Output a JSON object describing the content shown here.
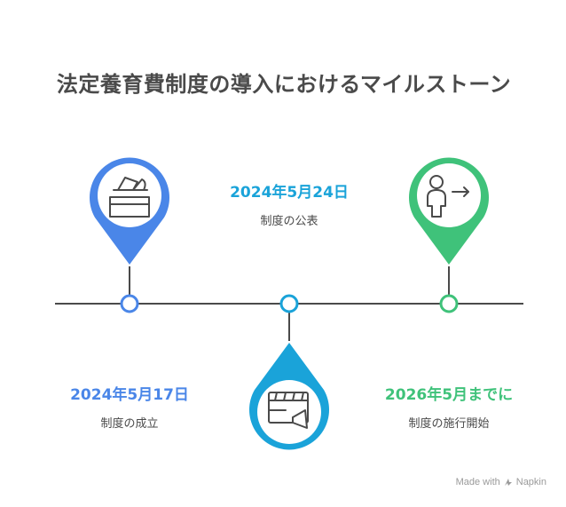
{
  "title": "法定養育費制度の導入におけるマイルストーン",
  "milestones": [
    {
      "date": "2024年5月17日",
      "label": "制度の成立",
      "color": "#4a86e8",
      "icon": "ballot-box-icon"
    },
    {
      "date": "2024年5月24日",
      "label": "制度の公表",
      "color": "#1aa3d9",
      "icon": "video-announcement-icon"
    },
    {
      "date": "2026年5月までに",
      "label": "制度の施行開始",
      "color": "#3fc27a",
      "icon": "person-arrow-icon"
    }
  ],
  "footer": {
    "made_with": "Made with",
    "brand": "Napkin"
  }
}
